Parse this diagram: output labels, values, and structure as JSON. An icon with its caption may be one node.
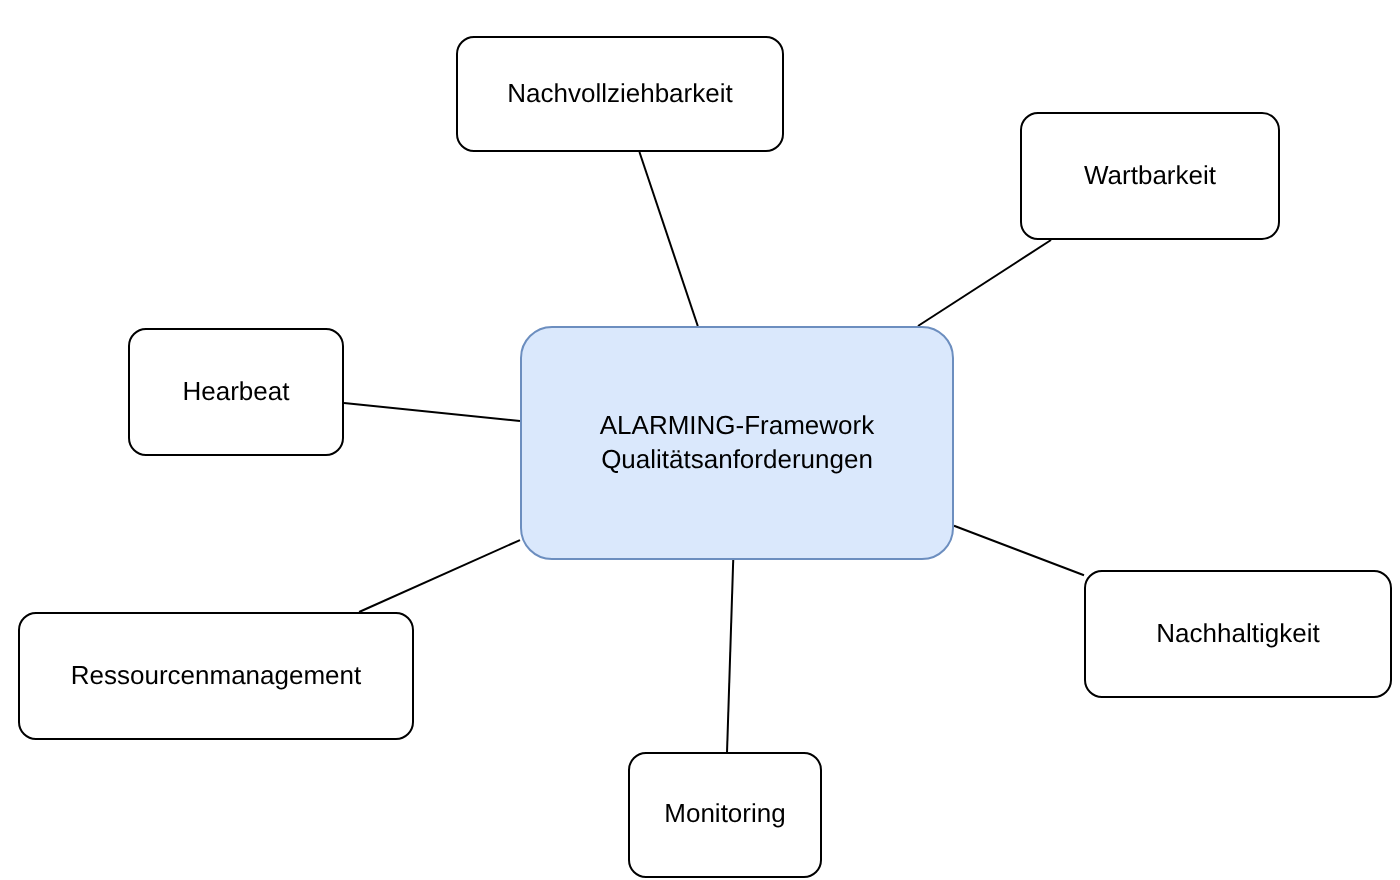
{
  "diagram": {
    "nodes": [
      {
        "text": [
          "Nachvollziehbarkeit"
        ]
      },
      {
        "text": [
          "Wartbarkeit"
        ]
      },
      {
        "text": [
          "Hearbeat"
        ]
      },
      {
        "text": [
          "ALARMING-Framework Qualitätsanforderungen"
        ]
      },
      {
        "text": [
          "Ressourcenmanagement"
        ]
      },
      {
        "text": [
          "Nachhaltigkeit"
        ]
      },
      {
        "text": [
          "Monitoring"
        ]
      }
    ],
    "edges": [
      {
        "from": 3,
        "to": 0,
        "arrow": "none"
      },
      {
        "from": 3,
        "to": 1,
        "arrow": "none"
      },
      {
        "from": 3,
        "to": 2,
        "arrow": "none"
      },
      {
        "from": 3,
        "to": 4,
        "arrow": "none"
      },
      {
        "from": 3,
        "to": 6,
        "arrow": "none"
      },
      {
        "from": 3,
        "to": 5,
        "arrow": "none"
      }
    ]
  }
}
